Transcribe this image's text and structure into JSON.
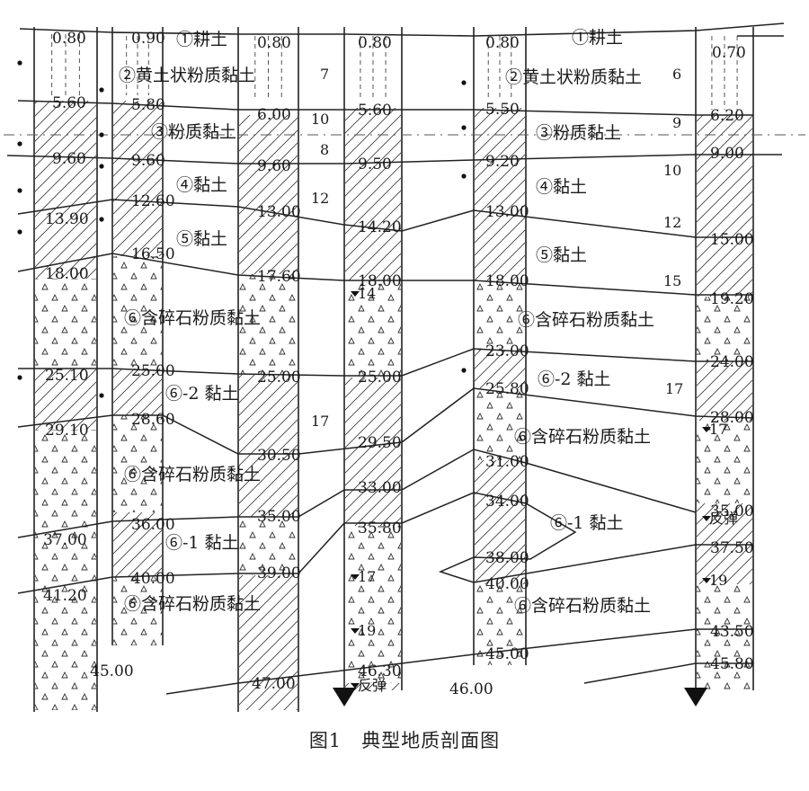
{
  "caption": {
    "number": "图1",
    "title": "典型地质剖面图"
  },
  "boreholes": [
    {
      "depths": [
        "0.80",
        "5.60",
        "9.60",
        "13.90",
        "18.00",
        "25.10",
        "29.10",
        "37.00",
        "41.20"
      ],
      "bottom": "45.00",
      "markers": []
    },
    {
      "depths": [
        "0.90",
        "5.80",
        "9.60",
        "12.60",
        "16.50",
        "25.00",
        "28.60",
        "36.00",
        "40.00"
      ],
      "bottom": "",
      "markers": []
    },
    {
      "depths": [
        "0.80",
        "6.00",
        "9.60",
        "13.00",
        "17.60",
        "25.00",
        "30.50",
        "35.00",
        "39.00"
      ],
      "bottom": "47.00",
      "markers": []
    },
    {
      "depths": [
        "0.80",
        "5.60",
        "9.50",
        "14.20",
        "18.00",
        "25.00",
        "29.50",
        "33.00",
        "35.80"
      ],
      "bottom": "46.30",
      "markers": [
        "14",
        "17",
        "19",
        "反弹"
      ]
    },
    {
      "depths": [
        "0.80",
        "5.50",
        "9.20",
        "13.00",
        "18.00",
        "23.00",
        "25.80",
        "31.00",
        "34.00",
        "38.00",
        "40.00",
        "45.00"
      ],
      "bottom": "46.00",
      "markers": []
    },
    {
      "depths": [
        "0.70",
        "6.20",
        "9.00",
        "15.00",
        "19.20",
        "24.00",
        "28.00",
        "35.00",
        "37.50",
        "43.50",
        "45.80"
      ],
      "bottom": "",
      "markers": [
        "17",
        "反弹",
        "19"
      ]
    }
  ],
  "layers": [
    {
      "id": "①",
      "name": "耕土"
    },
    {
      "id": "①",
      "name": "耕土"
    },
    {
      "id": "②",
      "name": "黄土状粉质黏土"
    },
    {
      "id": "②",
      "name": "黄土状粉质黏土"
    },
    {
      "id": "③",
      "name": "粉质黏土"
    },
    {
      "id": "③",
      "name": "粉质黏土"
    },
    {
      "id": "④",
      "name": "黏土"
    },
    {
      "id": "④",
      "name": "黏土"
    },
    {
      "id": "⑤",
      "name": "黏土"
    },
    {
      "id": "⑤",
      "name": "黏土"
    },
    {
      "id": "⑥",
      "name": "含碎石粉质黏土"
    },
    {
      "id": "⑥",
      "name": "含碎石粉质黏土"
    },
    {
      "id": "⑥",
      "name": "-2 黏土"
    },
    {
      "id": "⑥",
      "name": "-2 黏土"
    },
    {
      "id": "⑥",
      "name": "含碎石粉质黏土"
    },
    {
      "id": "⑥",
      "name": "含碎石粉质黏土"
    },
    {
      "id": "⑥",
      "name": "-1 黏土"
    },
    {
      "id": "⑥",
      "name": "-1 黏土"
    },
    {
      "id": "⑥",
      "name": "含碎石粉质黏土"
    },
    {
      "id": "⑥",
      "name": "含碎石粉质黏土"
    }
  ],
  "blow_counts": [
    "7",
    "10",
    "8",
    "12",
    "17",
    "6",
    "9",
    "10",
    "12",
    "15",
    "17"
  ]
}
